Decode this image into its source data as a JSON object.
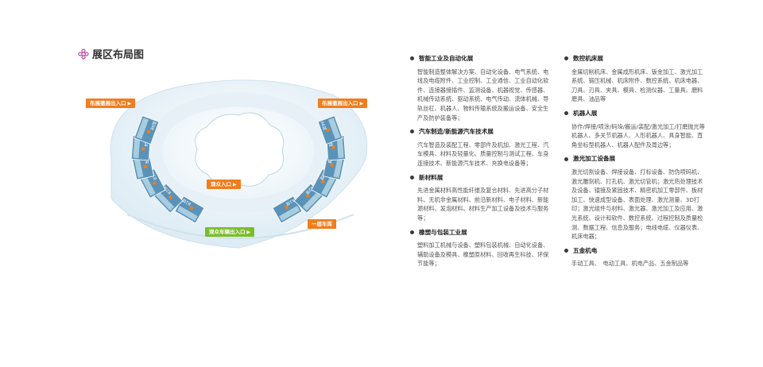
{
  "page": {
    "title": "展区布局图"
  },
  "colors": {
    "hall_blue": "#5b93b8",
    "hall_light": "#a8cde0",
    "ring_white": "#f4f9fc",
    "entry_orange": "#f07d1e",
    "entry_green": "#7cbd2c",
    "title_icon": "#c24aa6"
  },
  "map": {
    "entrances": {
      "west_registration": "布展撤展出入口",
      "east_registration": "布展撤展出入口",
      "audience_entry": "观众入口",
      "audience_in_out": "观众车辆出入口",
      "level1_parking": "一层车库"
    },
    "halls_west": [
      "B1馆",
      "B2馆",
      "B3馆",
      "B4馆",
      "B5馆",
      "B6馆"
    ],
    "halls_east": [
      "A1馆",
      "A2馆",
      "A3馆",
      "A4馆",
      "A5馆",
      "A6馆"
    ]
  },
  "sections_left": [
    {
      "title": "智能工业及自动化展",
      "body": "智能制造整体解决方案、自动化设备、电气系统、电线及电缆附件、工业控制、工业通信、工业自动化软件、连接器接插件、监测设备、机器视觉、传感器、机械传动系统、驱动系统、电气传动、流体机械、导轨丝杠、机器人、物料传输系统及搬运设备、安全生产及防护装备等；"
    },
    {
      "title": "汽车制造/新能源汽车技术展",
      "body": "汽车智造及装配工程、零部件及机加、激光工程、汽车模具、材料及轻量化、质量控制与测试工程、车身连接技术、新能源汽车技术、充换电设备等；"
    },
    {
      "title": "新材料展",
      "body": "先进金属材料高性能纤维及复合材料、先进高分子材料、无机非金属材料、前沿新材料、电子材料、新能源材料、发泡材料、材料生产加工设备及技术与服务等；"
    },
    {
      "title": "橡塑与包装工业展",
      "body": "塑料加工机械与设备、塑料包装机械、自动化设备、辅助设备及模具、橡塑原材料、回收再生科技、环保节能等；"
    }
  ],
  "sections_right": [
    {
      "title": "数控机床展",
      "body": "金属切削机床、金属成形机床、钣金加工、激光加工系统、锻压机械、机床附件、数控系统、机床电器、刀具、刃具、夹具、模具、检测仪器、工量具、磨料磨具、油品等"
    },
    {
      "title": "机器人展",
      "body": "协作/焊接/喷涂/码垛/搬运/装配/激光加工/打磨抛光等机器人、多关节机器人、人形机器人、具身智能、直角坐标型机器人、机器人配件及周边等；"
    },
    {
      "title": "激光加工设备展",
      "body": "激光切割设备、焊接设备、打标设备、防伪喷码机、激光雕刻机、打孔机、激光切管机；激光热处理技术及设备、镭接及紧固技术、精密机加工零部件、板材加工、快速成型设备、表面处理、激光测量、3D打印；激光组件与材料、激光器、激光加工及应用、激光系统、设计和软件、数控系统、过程控制及质量检测、数据工程、信息及服务；电线电缆、仪器仪表、机床电器；"
    },
    {
      "title": "五金机电",
      "body": "手动工具、　电动工具、机电产品、五金制品等"
    }
  ]
}
